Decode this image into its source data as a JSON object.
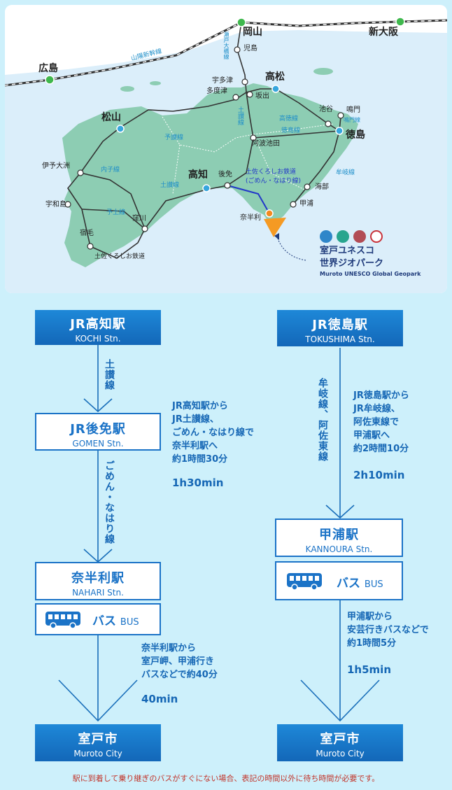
{
  "map": {
    "cities": {
      "okayama": "岡山",
      "shinosaka": "新大阪",
      "hiroshima": "広島",
      "takamatsu": "高松",
      "matsuyama": "松山",
      "tokushima": "徳島",
      "kochi": "高知"
    },
    "towns": {
      "kojima": "児島",
      "utazu": "宇多津",
      "tadotsu": "多度津",
      "sakaide": "坂出",
      "ikenotani": "池谷",
      "naruto": "鳴門",
      "awaikeda": "阿波池田",
      "iyoozu": "伊予大洲",
      "gomen": "後免",
      "kaifu": "海部",
      "uwajima": "宇和島",
      "kannoura": "甲浦",
      "kubokawa": "窪川",
      "nahari": "奈半利",
      "sukumo": "宿毛"
    },
    "lines": {
      "sanyo": "山陽新幹線",
      "seto": "瀬戸大橋線",
      "dosan": "土讃線",
      "kotoku": "高徳線",
      "naruto": "鳴門線",
      "yosan": "予讃線",
      "tokushima": "徳島線",
      "uchiko": "内子線",
      "dosan2": "土讃線",
      "mugi": "牟岐線",
      "yodo": "予土線",
      "tosakuroshio": "土佐くろしお鉄道",
      "gomen_nahari_1": "土佐くろしお鉄道",
      "gomen_nahari_2": "(ごめん・なはり線)"
    },
    "geopark": {
      "ja1": "室戸ユネスコ",
      "ja2": "世界ジオパーク",
      "en": "Muroto UNESCO Global Geopark"
    },
    "colors": {
      "land": "#8dcdb3",
      "station_green": "#3fb84d",
      "station_blue": "#37a6de",
      "nahari_orange": "#f28a1f",
      "muroto_triangle": "#f59a23",
      "gomen_line": "#2237c9"
    }
  },
  "route_kochi": {
    "start": {
      "ja": "JR高知駅",
      "en": "KOCHI Stn."
    },
    "line1": "土讃線",
    "desc1": "JR高知駅から\nJR土讃線、\nごめん・なはり線で\n奈半利駅へ\n約1時間30分",
    "time1": "1h30min",
    "mid": {
      "ja": "JR後免駅",
      "en": "GOMEN Stn."
    },
    "line2": "ごめん・なはり線",
    "transfer": {
      "ja": "奈半利駅",
      "en": "NAHARI Stn."
    },
    "bus": {
      "ja": "バス",
      "en": "BUS"
    },
    "desc2": "奈半利駅から\n室戸岬、甲浦行き\nバスなどで約40分",
    "time2": "40min",
    "end": {
      "ja": "室戸市",
      "en": "Muroto City"
    }
  },
  "route_tokushima": {
    "start": {
      "ja": "JR徳島駅",
      "en": "TOKUSHIMA Stn."
    },
    "line1": "牟岐線、阿佐東線",
    "desc1": "JR徳島駅から\nJR牟岐線、\n阿佐東線で\n甲浦駅へ\n約2時間10分",
    "time1": "2h10min",
    "transfer": {
      "ja": "甲浦駅",
      "en": "KANNOURA Stn."
    },
    "bus": {
      "ja": "バス",
      "en": "BUS"
    },
    "desc2": "甲浦駅から\n安芸行きバスなどで\n約1時間5分",
    "time2": "1h5min",
    "end": {
      "ja": "室戸市",
      "en": "Muroto City"
    }
  },
  "note": "駅に到着して乗り継ぎのバスがすぐにない場合、表記の時間以外に待ち時間が必要です。"
}
